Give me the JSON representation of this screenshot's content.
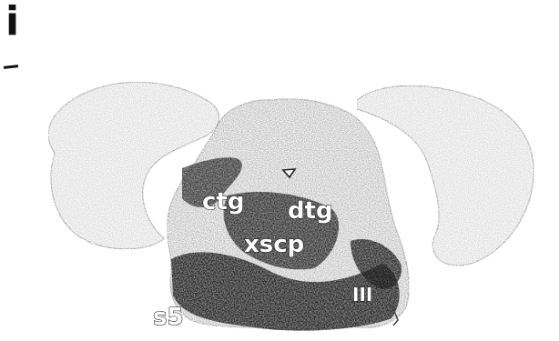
{
  "panel_label": "i",
  "labels": {
    "ctg": "ctg",
    "dtg": "dtg",
    "xscp": "xscp",
    "s5": "s5",
    "iii": "III"
  },
  "colors": {
    "outline": "#555555",
    "stipple_light": "#bdbdbd",
    "stipple_dark": "#1a1a1a",
    "background": "#ffffff"
  }
}
